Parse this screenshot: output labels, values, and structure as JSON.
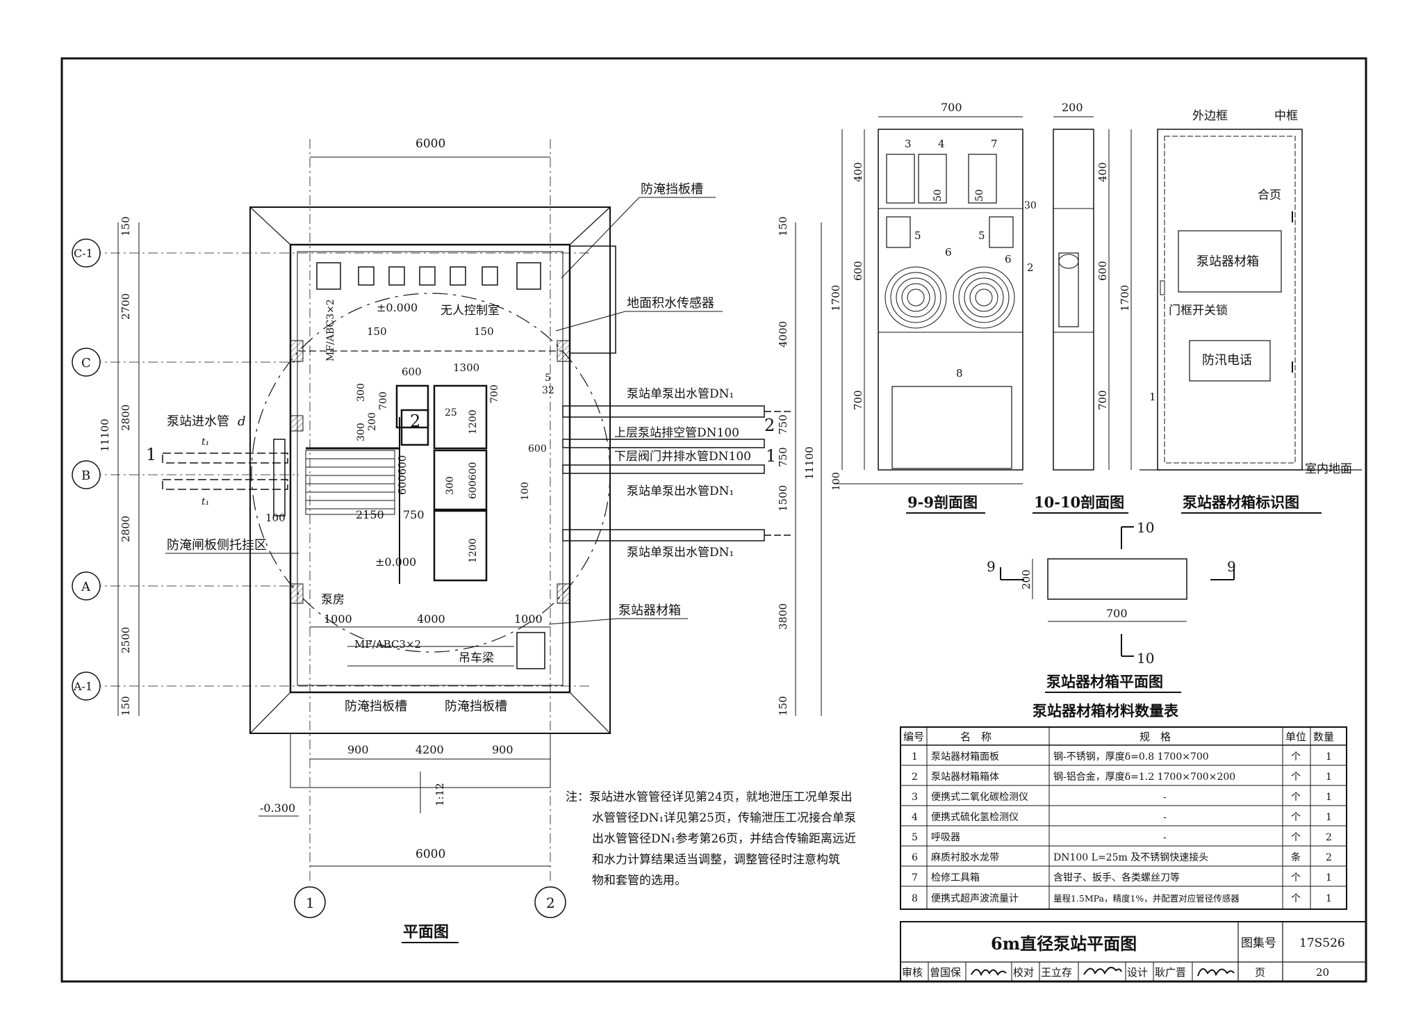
{
  "plan": {
    "title": "平面图",
    "dims": {
      "top_6000": "6000",
      "bottom_6000": "6000",
      "left_150_top": "150",
      "left_2700": "2700",
      "left_2800a": "2800",
      "left_2800b": "2800",
      "left_2500": "2500",
      "left_150_bot": "150",
      "left_total": "11100",
      "right_150_top": "150",
      "right_4000": "4000",
      "right_750a": "750",
      "right_750b": "750",
      "right_1500": "1500",
      "right_3800": "3800",
      "right_150_bot": "150",
      "right_total": "11100",
      "bot_900a": "900",
      "bot_4200": "4200",
      "bot_900b": "900",
      "in_1000a": "1000",
      "in_4000": "4000",
      "in_1000b": "1000",
      "in_2150": "2150",
      "in_750": "750",
      "in_100": "100",
      "in_150a": "150",
      "in_150b": "150",
      "in_600a": "600",
      "in_1300": "1300",
      "in_600_600": "600600",
      "in_300_700": "300",
      "in_700": "700",
      "in_200": "200",
      "in_300b": "300",
      "in_1200a": "1200",
      "in_25": "25",
      "in_300c": "300",
      "in_600600b": "600600",
      "in_1200b": "1200",
      "in_600d": "600",
      "in_100b": "100",
      "in_5": "5",
      "in_32": "32",
      "in_700b": "700"
    },
    "grid": {
      "c1": "C-1",
      "c": "C",
      "b": "B",
      "a": "A",
      "a1": "A-1",
      "n1": "1",
      "n2": "2"
    },
    "labels": {
      "flood_slot_top": "防淹挡板槽",
      "water_sensor": "地面积水传感器",
      "control_room": "无人控制室",
      "level_top": "±0.000",
      "level_mid": "±0.000",
      "ext_top": "MF/ABC3×2",
      "ext_bot": "MF/ABC3×2",
      "inlet_pipe": "泵站进水管",
      "inlet_d": "d",
      "gate_hang": "防淹闸板侧托挂区",
      "pump_room": "泵房",
      "equip_box": "泵站器材箱",
      "crane_beam": "吊车梁",
      "flood_slot_bl": "防淹挡板槽",
      "flood_slot_br": "防淹挡板槽",
      "out_pipe1": "泵站单泵出水管DN₁",
      "vent_pipe": "上层泵站排空管DN100",
      "drain_pipe": "下层阀门井排水管DN100",
      "out_pipe2": "泵站单泵出水管DN₁",
      "out_pipe3": "泵站单泵出水管DN₁",
      "level_out": "-0.300",
      "slope": "1:12",
      "sec1": "1",
      "sec2": "2",
      "t1a": "t₁",
      "t1b": "t₁"
    }
  },
  "note": {
    "lines": [
      "注：泵站进水管管径详见第24页，就地泄压工况单泵出",
      "水管管径DN₁详见第25页，传输泄压工况接合单泵",
      "出水管管径DN₁参考第26页，并结合传输距离远近",
      "和水力计算结果适当调整，调整管径时注意构筑",
      "物和套管的选用。"
    ]
  },
  "sec99": {
    "title": "9-9剖面图",
    "dim_700": "700",
    "dim_400": "400",
    "dim_600": "600",
    "dim_700v": "700",
    "dim_1700": "1700",
    "dim_100": "100",
    "dim_50a": "50",
    "dim_50b": "50",
    "dim_30": "30",
    "tags": [
      "3",
      "4",
      "7",
      "5",
      "6",
      "5",
      "6",
      "2",
      "8"
    ]
  },
  "sec1010": {
    "title": "10-10剖面图",
    "dim_200": "200",
    "dim_400": "400",
    "dim_600": "600",
    "dim_700": "700",
    "dim_1700": "1700"
  },
  "ident": {
    "title": "泵站器材箱标识图",
    "outer_frame": "外边框",
    "mid_frame": "中框",
    "hinge": "合页",
    "box_label": "泵站器材箱",
    "lock": "门框开关锁",
    "phone": "防汛电话",
    "tag1": "1",
    "floor": "室内地面"
  },
  "boxplan": {
    "title": "泵站器材箱平面图",
    "sec10_top": "10",
    "sec10_bot": "10",
    "sec9_left": "9",
    "sec9_right": "9",
    "dim_200": "200",
    "dim_700": "700"
  },
  "table": {
    "title": "泵站器材箱材料数量表",
    "headers": [
      "编号",
      "名　称",
      "规　格",
      "单位",
      "数量"
    ],
    "rows": [
      [
        "1",
        "泵站器材箱面板",
        "钢-不锈钢，厚度δ=0.8 1700×700",
        "个",
        "1"
      ],
      [
        "2",
        "泵站器材箱箱体",
        "钢-铝合金，厚度δ=1.2 1700×700×200",
        "个",
        "1"
      ],
      [
        "3",
        "便携式二氧化碳检测仪",
        "-",
        "个",
        "1"
      ],
      [
        "4",
        "便携式硫化氢检测仪",
        "-",
        "个",
        "1"
      ],
      [
        "5",
        "呼吸器",
        "-",
        "个",
        "2"
      ],
      [
        "6",
        "麻质衬胶水龙带",
        "DN100 L=25m 及不锈钢快速接头",
        "条",
        "2"
      ],
      [
        "7",
        "检修工具箱",
        "含钳子、扳手、各类螺丝刀等",
        "个",
        "1"
      ],
      [
        "8",
        "便携式超声波流量计",
        "量程1.5MPa，精度1%，并配置对应管径传感器",
        "个",
        "1"
      ]
    ]
  },
  "titleblock": {
    "drawing_title": "6m直径泵站平面图",
    "atlas_label": "图集号",
    "atlas_no": "17S526",
    "review": "审核",
    "reviewer": "曾国保",
    "check": "校对",
    "checker": "王立存",
    "design": "设计",
    "designer": "耿广晋",
    "page_label": "页",
    "page_no": "20"
  }
}
